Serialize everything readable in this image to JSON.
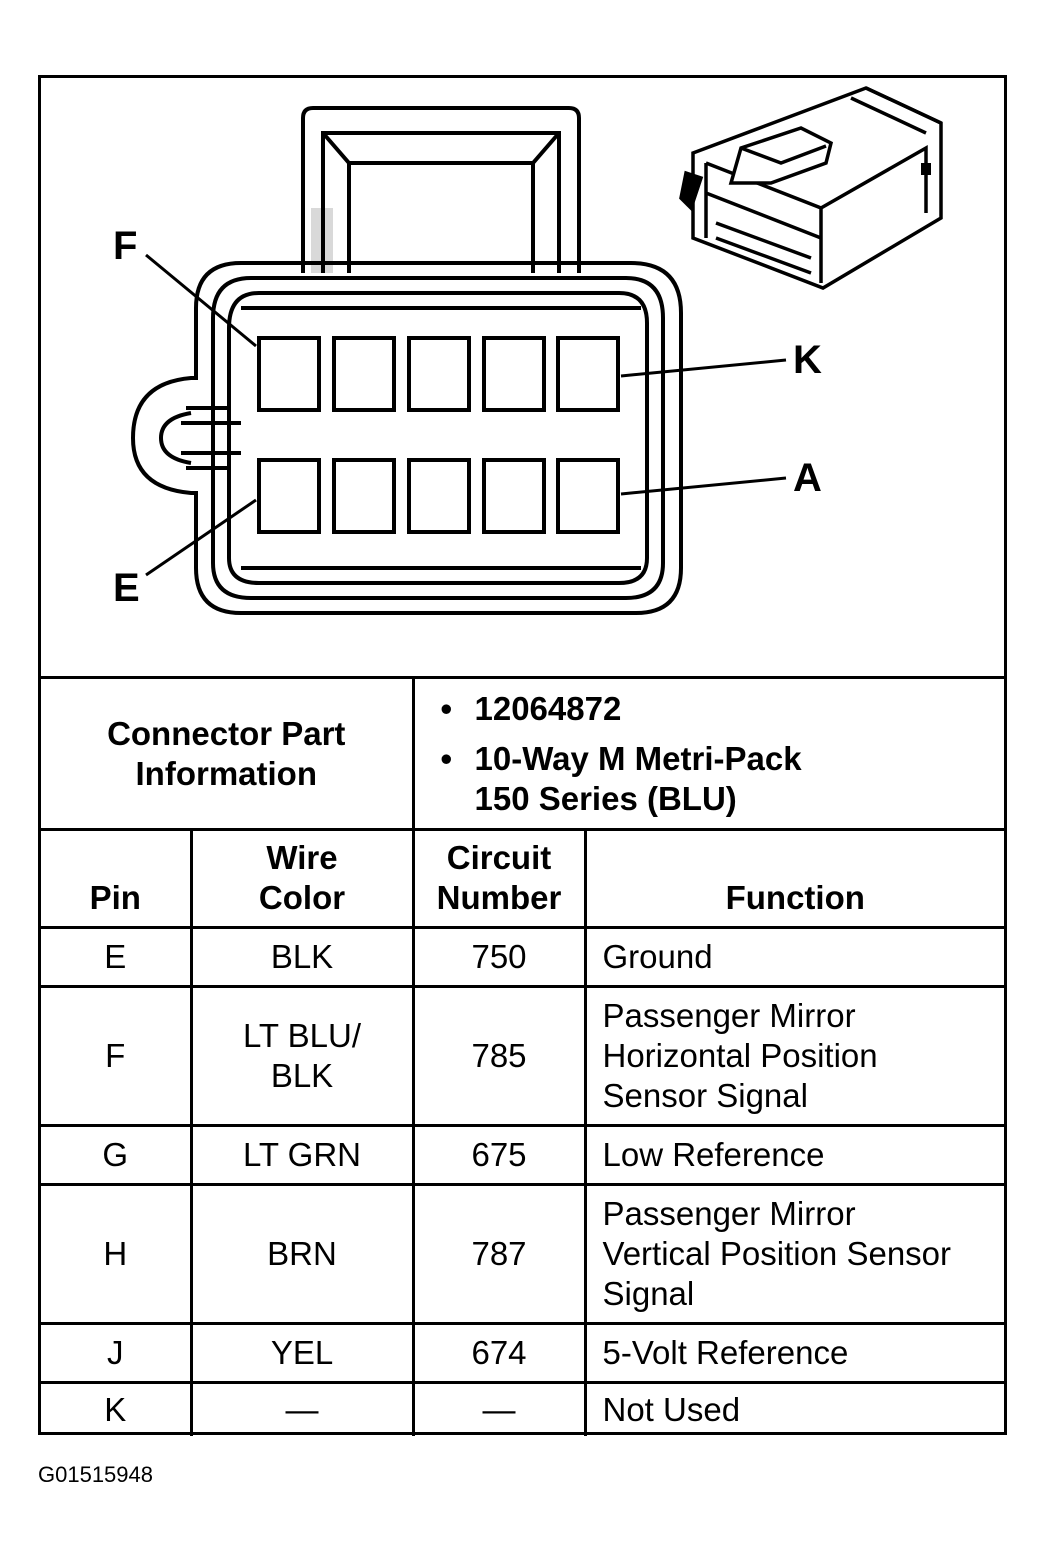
{
  "diagram": {
    "pin_labels": {
      "F": "F",
      "K": "K",
      "A": "A",
      "E": "E"
    }
  },
  "connector_info": {
    "title": "Connector Part Information",
    "part_number": "12064872",
    "description_line1": "10-Way M Metri-Pack",
    "description_line2": "150 Series (BLU)",
    "bullet": "•"
  },
  "table": {
    "headers": {
      "pin": "Pin",
      "wire_color_1": "Wire",
      "wire_color_2": "Color",
      "circuit_1": "Circuit",
      "circuit_2": "Number",
      "function": "Function"
    },
    "rows": [
      {
        "pin": "E",
        "color": [
          "BLK"
        ],
        "circuit": "750",
        "function": [
          "Ground"
        ]
      },
      {
        "pin": "F",
        "color": [
          "LT BLU/",
          "BLK"
        ],
        "circuit": "785",
        "function": [
          "Passenger Mirror",
          "Horizontal Position",
          "Sensor Signal"
        ]
      },
      {
        "pin": "G",
        "color": [
          "LT GRN"
        ],
        "circuit": "675",
        "function": [
          "Low Reference"
        ]
      },
      {
        "pin": "H",
        "color": [
          "BRN"
        ],
        "circuit": "787",
        "function": [
          "Passenger Mirror",
          "Vertical Position Sensor",
          "Signal"
        ]
      },
      {
        "pin": "J",
        "color": [
          "YEL"
        ],
        "circuit": "674",
        "function": [
          "5-Volt Reference"
        ]
      },
      {
        "pin": "K",
        "color": [
          "—"
        ],
        "circuit": "—",
        "function": [
          "Not Used"
        ]
      }
    ]
  },
  "figure_code": "G01515948"
}
